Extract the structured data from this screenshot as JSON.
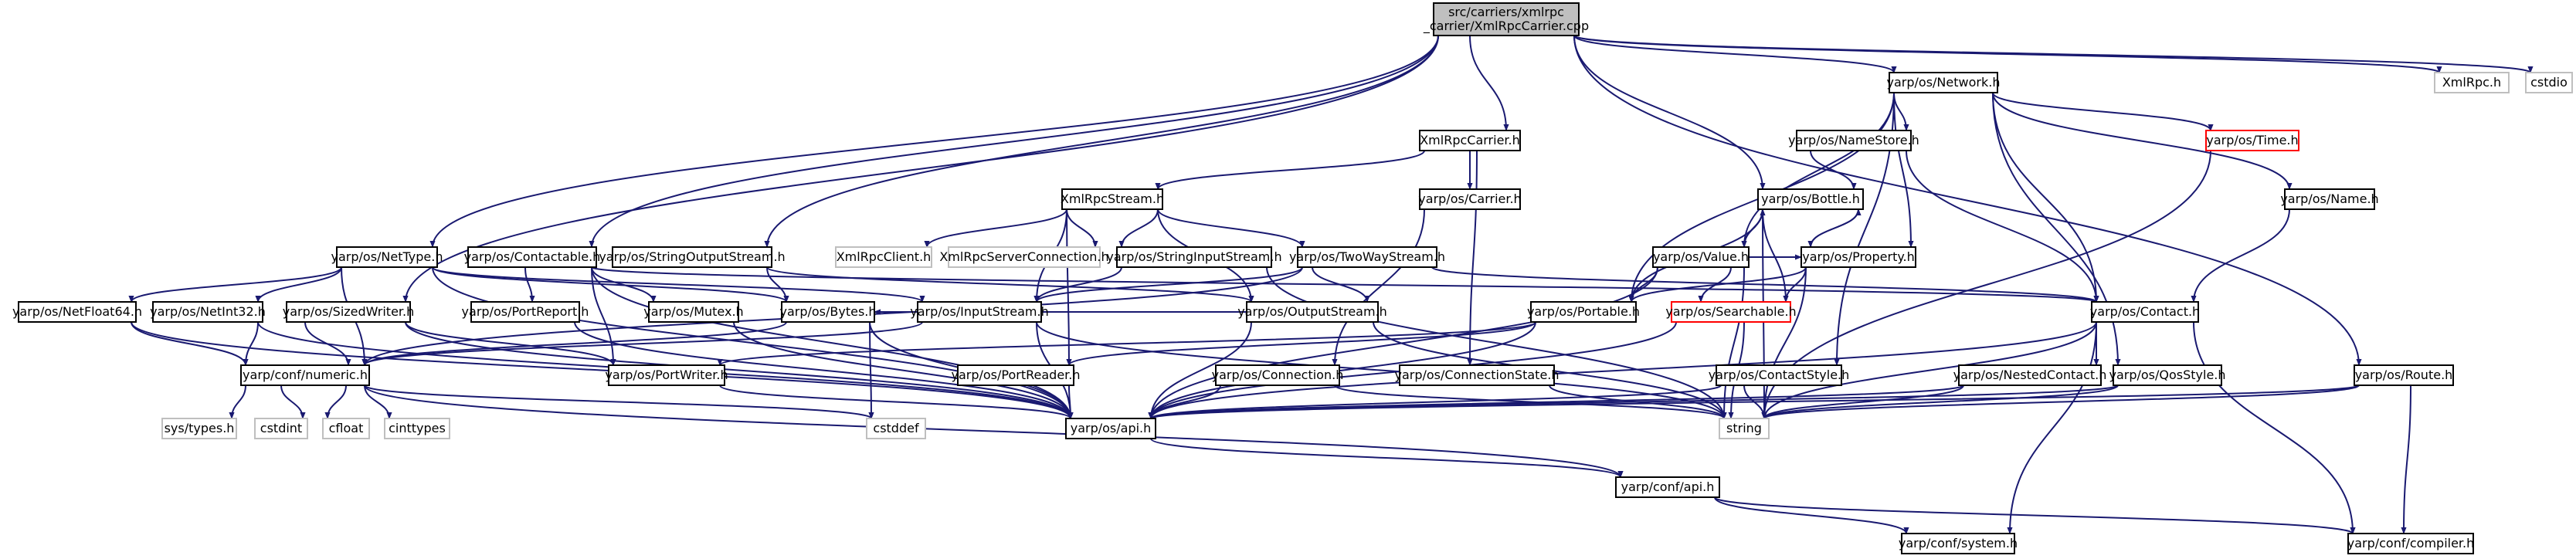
{
  "diagram": {
    "title": "src/carriers/xmlrpc_carrier/XmlRpcCarrier.cpp",
    "colors": {
      "edge": "#191970",
      "root_fill": "#bfbfbf",
      "node_border": "#000000",
      "external_border": "#bfbfbf",
      "undocumented_border": "#ff0000"
    },
    "nodes": [
      {
        "id": "root",
        "lines": [
          "src/carriers/xmlrpc",
          "_carrier/XmlRpcCarrier.cpp"
        ],
        "style": "root"
      },
      {
        "id": "nettype",
        "lines": [
          "yarp/os/NetType.h"
        ]
      },
      {
        "id": "contactable",
        "lines": [
          "yarp/os/Contactable.h"
        ]
      },
      {
        "id": "sizedwriter",
        "lines": [
          "yarp/os/SizedWriter.h"
        ]
      },
      {
        "id": "stringoutputstream",
        "lines": [
          "yarp/os/StringOutputStream.h"
        ]
      },
      {
        "id": "xmlrpccarrier_h",
        "lines": [
          "XmlRpcCarrier.h"
        ]
      },
      {
        "id": "network",
        "lines": [
          "yarp/os/Network.h"
        ]
      },
      {
        "id": "xmlrpc_h",
        "lines": [
          "XmlRpc.h"
        ],
        "style": "external"
      },
      {
        "id": "cstdio",
        "lines": [
          "cstdio"
        ],
        "style": "external"
      },
      {
        "id": "xmlrpcstream",
        "lines": [
          "XmlRpcStream.h"
        ]
      },
      {
        "id": "carrier",
        "lines": [
          "yarp/os/Carrier.h"
        ]
      },
      {
        "id": "namestore",
        "lines": [
          "yarp/os/NameStore.h"
        ]
      },
      {
        "id": "time",
        "lines": [
          "yarp/os/Time.h"
        ],
        "style": "red"
      },
      {
        "id": "name",
        "lines": [
          "yarp/os/Name.h"
        ]
      },
      {
        "id": "bottle",
        "lines": [
          "yarp/os/Bottle.h"
        ]
      },
      {
        "id": "value",
        "lines": [
          "yarp/os/Value.h"
        ]
      },
      {
        "id": "property",
        "lines": [
          "yarp/os/Property.h"
        ]
      },
      {
        "id": "xmlrpcclient",
        "lines": [
          "XmlRpcClient.h"
        ],
        "style": "external"
      },
      {
        "id": "xmlrpcserverconnection",
        "lines": [
          "XmlRpcServerConnection.h"
        ],
        "style": "external"
      },
      {
        "id": "stringinputstream",
        "lines": [
          "yarp/os/StringInputStream.h"
        ]
      },
      {
        "id": "twowaystream",
        "lines": [
          "yarp/os/TwoWayStream.h"
        ]
      },
      {
        "id": "netfloat64",
        "lines": [
          "yarp/os/NetFloat64.h"
        ]
      },
      {
        "id": "netint32",
        "lines": [
          "yarp/os/NetInt32.h"
        ]
      },
      {
        "id": "portreport",
        "lines": [
          "yarp/os/PortReport.h"
        ]
      },
      {
        "id": "mutex",
        "lines": [
          "yarp/os/Mutex.h"
        ]
      },
      {
        "id": "bytes",
        "lines": [
          "yarp/os/Bytes.h"
        ]
      },
      {
        "id": "inputstream",
        "lines": [
          "yarp/os/InputStream.h"
        ]
      },
      {
        "id": "outputstream",
        "lines": [
          "yarp/os/OutputStream.h"
        ]
      },
      {
        "id": "contact",
        "lines": [
          "yarp/os/Contact.h"
        ]
      },
      {
        "id": "portable",
        "lines": [
          "yarp/os/Portable.h"
        ]
      },
      {
        "id": "searchable",
        "lines": [
          "yarp/os/Searchable.h"
        ],
        "style": "red"
      },
      {
        "id": "numeric",
        "lines": [
          "yarp/conf/numeric.h"
        ]
      },
      {
        "id": "portwriter",
        "lines": [
          "yarp/os/PortWriter.h"
        ]
      },
      {
        "id": "portreader",
        "lines": [
          "yarp/os/PortReader.h"
        ]
      },
      {
        "id": "connection",
        "lines": [
          "yarp/os/Connection.h"
        ]
      },
      {
        "id": "connectionstate",
        "lines": [
          "yarp/os/ConnectionState.h"
        ]
      },
      {
        "id": "contactstyle",
        "lines": [
          "yarp/os/ContactStyle.h"
        ]
      },
      {
        "id": "nestedcontact",
        "lines": [
          "yarp/os/NestedContact.h"
        ]
      },
      {
        "id": "qosstyle",
        "lines": [
          "yarp/os/QosStyle.h"
        ]
      },
      {
        "id": "route",
        "lines": [
          "yarp/os/Route.h"
        ]
      },
      {
        "id": "systypes",
        "lines": [
          "sys/types.h"
        ],
        "style": "external"
      },
      {
        "id": "cstdint",
        "lines": [
          "cstdint"
        ],
        "style": "external"
      },
      {
        "id": "cfloat",
        "lines": [
          "cfloat"
        ],
        "style": "external"
      },
      {
        "id": "cinttypes",
        "lines": [
          "cinttypes"
        ],
        "style": "external"
      },
      {
        "id": "cstddef",
        "lines": [
          "cstddef"
        ],
        "style": "external"
      },
      {
        "id": "api",
        "lines": [
          "yarp/os/api.h"
        ]
      },
      {
        "id": "string",
        "lines": [
          "string"
        ],
        "style": "external"
      },
      {
        "id": "confapi",
        "lines": [
          "yarp/conf/api.h"
        ]
      },
      {
        "id": "system",
        "lines": [
          "yarp/conf/system.h"
        ]
      },
      {
        "id": "compiler",
        "lines": [
          "yarp/conf/compiler.h"
        ]
      }
    ],
    "edges": [
      [
        "root",
        "nettype"
      ],
      [
        "root",
        "contactable"
      ],
      [
        "root",
        "sizedwriter"
      ],
      [
        "root",
        "stringoutputstream"
      ],
      [
        "root",
        "xmlrpccarrier_h"
      ],
      [
        "root",
        "network"
      ],
      [
        "root",
        "xmlrpc_h"
      ],
      [
        "root",
        "cstdio"
      ],
      [
        "root",
        "bottle"
      ],
      [
        "root",
        "route"
      ],
      [
        "xmlrpccarrier_h",
        "xmlrpcstream"
      ],
      [
        "xmlrpccarrier_h",
        "carrier"
      ],
      [
        "xmlrpccarrier_h",
        "connectionstate"
      ],
      [
        "xmlrpcstream",
        "xmlrpcclient"
      ],
      [
        "xmlrpcstream",
        "xmlrpcserverconnection"
      ],
      [
        "xmlrpcstream",
        "stringinputstream"
      ],
      [
        "xmlrpcstream",
        "twowaystream"
      ],
      [
        "xmlrpcstream",
        "inputstream"
      ],
      [
        "xmlrpcstream",
        "outputstream"
      ],
      [
        "xmlrpcstream",
        "portreader"
      ],
      [
        "carrier",
        "connection"
      ],
      [
        "network",
        "namestore"
      ],
      [
        "network",
        "time"
      ],
      [
        "network",
        "name"
      ],
      [
        "network",
        "contact"
      ],
      [
        "network",
        "value"
      ],
      [
        "network",
        "property"
      ],
      [
        "network",
        "portable"
      ],
      [
        "network",
        "contactstyle"
      ],
      [
        "network",
        "qosstyle"
      ],
      [
        "namestore",
        "bottle"
      ],
      [
        "namestore",
        "contact"
      ],
      [
        "name",
        "contact"
      ],
      [
        "bottle",
        "value"
      ],
      [
        "bottle",
        "property"
      ],
      [
        "bottle",
        "searchable"
      ],
      [
        "bottle",
        "portable"
      ],
      [
        "bottle",
        "string"
      ],
      [
        "value",
        "bottle"
      ],
      [
        "value",
        "property"
      ],
      [
        "value",
        "searchable"
      ],
      [
        "value",
        "portable"
      ],
      [
        "value",
        "string"
      ],
      [
        "value",
        "api"
      ],
      [
        "property",
        "bottle"
      ],
      [
        "property",
        "searchable"
      ],
      [
        "property",
        "portable"
      ],
      [
        "property",
        "string"
      ],
      [
        "nettype",
        "netfloat64"
      ],
      [
        "nettype",
        "netint32"
      ],
      [
        "nettype",
        "bytes"
      ],
      [
        "nettype",
        "numeric"
      ],
      [
        "nettype",
        "inputstream"
      ],
      [
        "nettype",
        "api"
      ],
      [
        "contactable",
        "portreport"
      ],
      [
        "contactable",
        "mutex"
      ],
      [
        "contactable",
        "contact"
      ],
      [
        "contactable",
        "portwriter"
      ],
      [
        "contactable",
        "api"
      ],
      [
        "sizedwriter",
        "portwriter"
      ],
      [
        "sizedwriter",
        "numeric"
      ],
      [
        "sizedwriter",
        "api"
      ],
      [
        "stringoutputstream",
        "outputstream"
      ],
      [
        "stringoutputstream",
        "bytes"
      ],
      [
        "stringinputstream",
        "inputstream"
      ],
      [
        "stringinputstream",
        "string"
      ],
      [
        "twowaystream",
        "inputstream"
      ],
      [
        "twowaystream",
        "outputstream"
      ],
      [
        "twowaystream",
        "contact"
      ],
      [
        "twowaystream",
        "numeric"
      ],
      [
        "netfloat64",
        "numeric"
      ],
      [
        "netfloat64",
        "api"
      ],
      [
        "netint32",
        "numeric"
      ],
      [
        "netint32",
        "api"
      ],
      [
        "portreport",
        "api"
      ],
      [
        "mutex",
        "api"
      ],
      [
        "bytes",
        "numeric"
      ],
      [
        "bytes",
        "cstddef"
      ],
      [
        "bytes",
        "api"
      ],
      [
        "inputstream",
        "bytes"
      ],
      [
        "inputstream",
        "numeric"
      ],
      [
        "inputstream",
        "api"
      ],
      [
        "inputstream",
        "string"
      ],
      [
        "outputstream",
        "bytes"
      ],
      [
        "outputstream",
        "api"
      ],
      [
        "outputstream",
        "string"
      ],
      [
        "contact",
        "api"
      ],
      [
        "contact",
        "string"
      ],
      [
        "contact",
        "nestedcontact"
      ],
      [
        "contact",
        "system"
      ],
      [
        "contact",
        "compiler"
      ],
      [
        "portable",
        "portreader"
      ],
      [
        "portable",
        "portwriter"
      ],
      [
        "portable",
        "api"
      ],
      [
        "searchable",
        "api"
      ],
      [
        "searchable",
        "string"
      ],
      [
        "numeric",
        "systypes"
      ],
      [
        "numeric",
        "cstdint"
      ],
      [
        "numeric",
        "cfloat"
      ],
      [
        "numeric",
        "cinttypes"
      ],
      [
        "numeric",
        "cstddef"
      ],
      [
        "numeric",
        "confapi"
      ],
      [
        "portwriter",
        "api"
      ],
      [
        "portreader",
        "api"
      ],
      [
        "connection",
        "api"
      ],
      [
        "connection",
        "string"
      ],
      [
        "connectionstate",
        "string"
      ],
      [
        "contactstyle",
        "api"
      ],
      [
        "contactstyle",
        "string"
      ],
      [
        "nestedcontact",
        "api"
      ],
      [
        "nestedcontact",
        "string"
      ],
      [
        "qosstyle",
        "api"
      ],
      [
        "qosstyle",
        "string"
      ],
      [
        "route",
        "compiler"
      ],
      [
        "route",
        "api"
      ],
      [
        "route",
        "string"
      ],
      [
        "time",
        "string"
      ],
      [
        "api",
        "confapi"
      ],
      [
        "confapi",
        "system"
      ],
      [
        "confapi",
        "compiler"
      ]
    ]
  }
}
